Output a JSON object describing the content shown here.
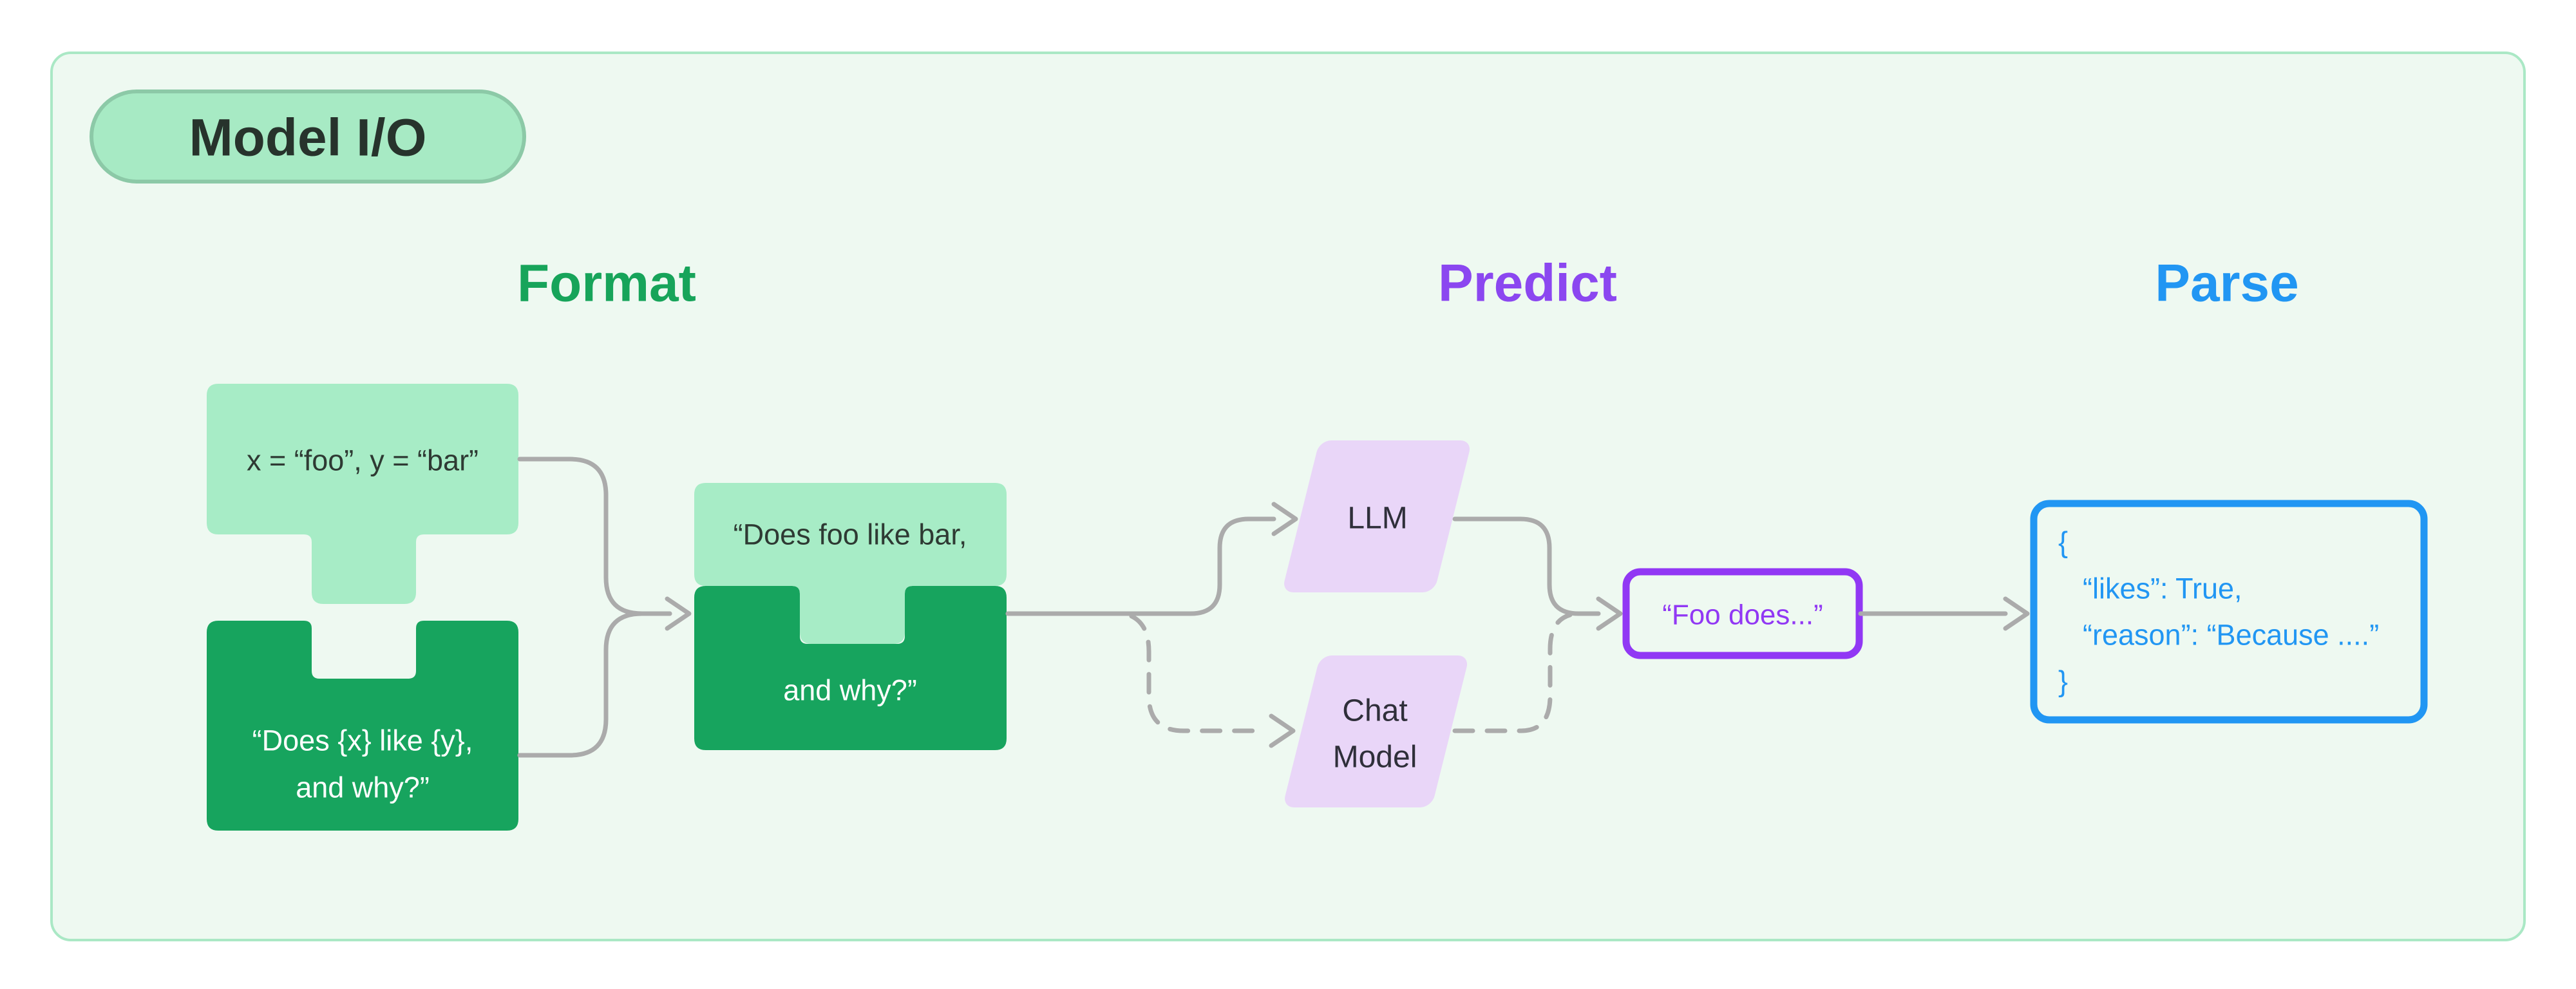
{
  "badge": {
    "label": "Model I/O"
  },
  "stages": {
    "format": {
      "heading": "Format"
    },
    "predict": {
      "heading": "Predict"
    },
    "parse": {
      "heading": "Parse"
    }
  },
  "pieces": {
    "variables": {
      "text": "x = “foo”, y = “bar”"
    },
    "template": {
      "line1": "“Does {x} like {y},",
      "line2": "and why?”"
    },
    "prompt": {
      "line1": "“Does foo like bar,",
      "line2": "and why?”"
    }
  },
  "nodes": {
    "llm": {
      "label": "LLM"
    },
    "chat_model": {
      "line1": "Chat",
      "line2": "Model"
    },
    "output": {
      "text": "“Foo does...”"
    },
    "parsed": {
      "lines": [
        "{",
        "“likes”: True,",
        "“reason”: “Because ....”",
        "}"
      ]
    }
  },
  "theme": {
    "page-bg": "#ffffff",
    "card-bg": "#eef9f1",
    "card-border": "#aae8c5",
    "badge-bg": "#a7eac4",
    "badge-border": "#8cc9a7",
    "badge-text": "#27332c",
    "green-heading": "#17a45a",
    "green-light": "#a7ecc6",
    "green-dark": "#17a45e",
    "piece-text-dark": "#2e3a33",
    "piece-text-light": "#ffffff",
    "purple-heading": "#8b47f0",
    "purple-accent": "#9138f4",
    "purple-light": "#e9d6f8",
    "node-text": "#2f2f3a",
    "blue-accent": "#2196f3",
    "line-gray": "#ababab"
  }
}
